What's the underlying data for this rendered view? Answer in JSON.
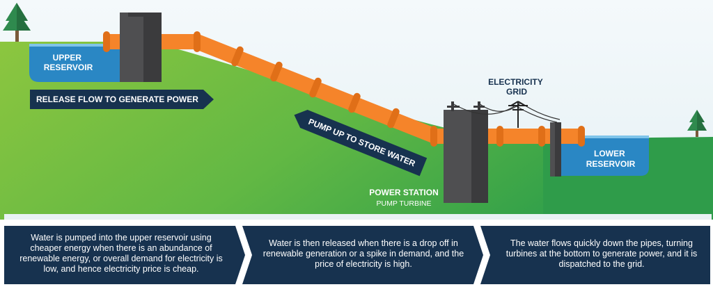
{
  "diagram": {
    "labels": {
      "upper_reservoir": [
        "UPPER",
        "RESERVOIR"
      ],
      "lower_reservoir": [
        "LOWER",
        "RESERVOIR"
      ],
      "electricity_grid": [
        "ELECTRICITY",
        "GRID"
      ],
      "power_station": "POWER STATION",
      "pump_turbine": "PUMP TURBINE"
    },
    "arrows": {
      "release": "RELEASE FLOW TO GENERATE POWER",
      "pump": "PUMP UP TO STORE WATER"
    }
  },
  "steps": [
    {
      "text": "Water is pumped into the upper reservoir using cheaper energy when there is an abundance of renewable energy, or overall demand for electricity is low, and hence electricity price is cheap."
    },
    {
      "text": "Water is then released when there is a drop off in renewable generation or a spike in demand, and the price of electricity is high."
    },
    {
      "text": "The water flows quickly down the pipes, turning turbines at the bottom to generate power, and it is dispatched to the grid."
    }
  ],
  "colors": {
    "navy": "#17324f",
    "pipe": "#f5842a",
    "pipe_joint": "#e06f18",
    "water": "#2a87c4",
    "grass_light": "#8cc63f",
    "grass_dark": "#3aa84a",
    "station": "#4f4f51",
    "sky": "#eef6f9"
  }
}
